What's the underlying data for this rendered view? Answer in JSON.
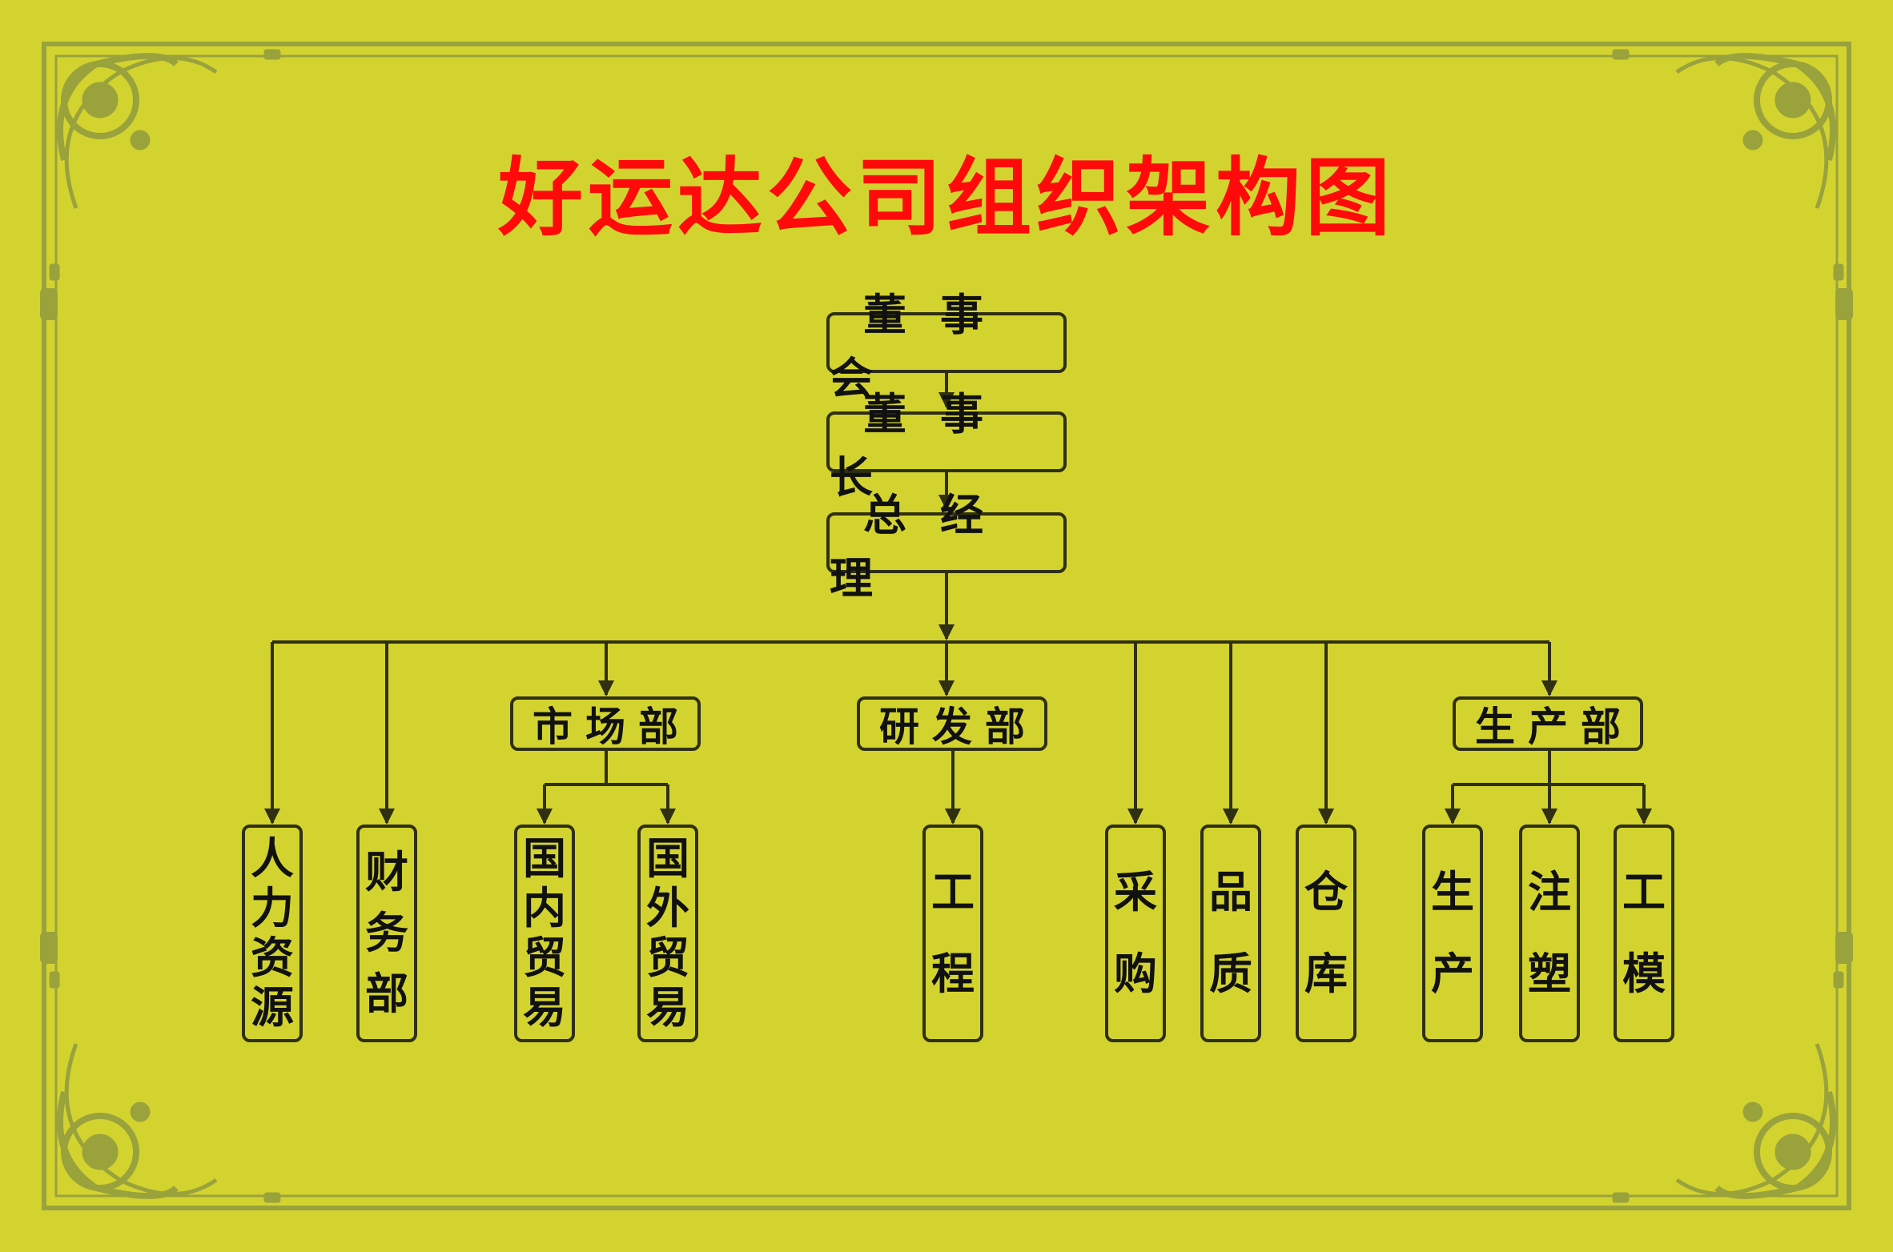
{
  "title": "好运达公司组织架构图",
  "colors": {
    "background": "#d3d330",
    "title": "#ff0a0a",
    "border": "#2f2f12",
    "ornament": "#9aa23c"
  },
  "nodes": {
    "board": "董事会",
    "chairman": "董事长",
    "general_manager": "总经理",
    "marketing": "市场部",
    "rnd": "研发部",
    "production": "生产部",
    "hr": "人力资源",
    "finance": "财务部",
    "domestic_trade": "国内贸易",
    "foreign_trade": "国外贸易",
    "engineering": "工程",
    "purchasing": "采购",
    "quality": "品质",
    "warehouse": "仓库",
    "manufacturing": "生产",
    "injection": "注塑",
    "tooling": "工模"
  }
}
